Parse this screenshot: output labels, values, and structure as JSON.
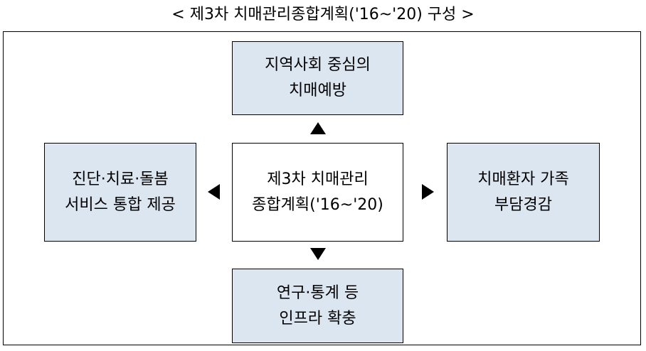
{
  "title": "< 제3차 치매관리종합계획('16~'20) 구성 >",
  "center": {
    "line1": "제3차 치매관리",
    "line2": "종합계획('16~'20)"
  },
  "top": {
    "line1": "지역사회 중심의",
    "line2": "치매예방"
  },
  "left": {
    "line1": "진단·치료·돌봄",
    "line2": "서비스 통합 제공"
  },
  "right": {
    "line1": "치매환자 가족",
    "line2": "부담경감"
  },
  "bottom": {
    "line1": "연구·통계 등",
    "line2": "인프라 확충"
  },
  "colors": {
    "box_fill": "#dce6f1",
    "center_fill": "#ffffff",
    "border": "#000000"
  }
}
